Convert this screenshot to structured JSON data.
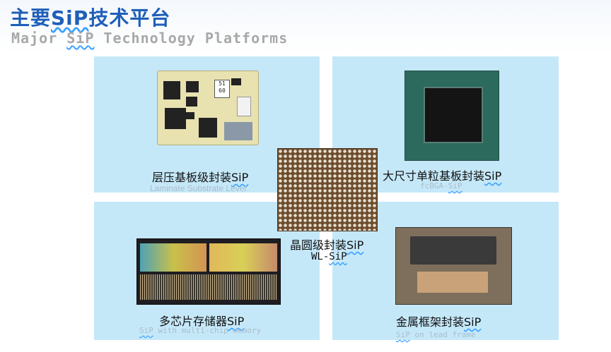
{
  "header": {
    "title_cn_prefix": "主要",
    "title_cn_sip": "SiP",
    "title_cn_suffix": "技术平台",
    "title_en_prefix": "Major ",
    "title_en_sip": "SiP",
    "title_en_suffix": " Technology Platforms"
  },
  "platforms": {
    "laminate": {
      "cn_prefix": "层压基板级封装",
      "cn_sip": "SiP",
      "en": "Laminate Substrate Level"
    },
    "fcbga": {
      "cn_prefix": "大尺寸单粒基板封装",
      "cn_sip": "SiP",
      "en_prefix": "fcBGA-",
      "en_sip": "SiP"
    },
    "wl": {
      "cn_prefix": "晶圆级封装",
      "cn_sip": "SiP",
      "en_prefix": "WL-",
      "en_sip": "SiP"
    },
    "memory": {
      "cn_prefix": "多芯片存储器",
      "cn_sip": "SiP",
      "en_sip": "SiP",
      "en_suffix": " with multi-chip memory"
    },
    "leadframe": {
      "cn_prefix": "金属框架封装",
      "cn_sip": "SiP",
      "en_sip": "SiP",
      "en_suffix": " on lead frame"
    }
  },
  "chip_marking": {
    "line1": "51",
    "line2": "60"
  },
  "colors": {
    "title": "#1f5fb8",
    "subtitle": "#a8a8a8",
    "panel": "#c5e8f9"
  }
}
